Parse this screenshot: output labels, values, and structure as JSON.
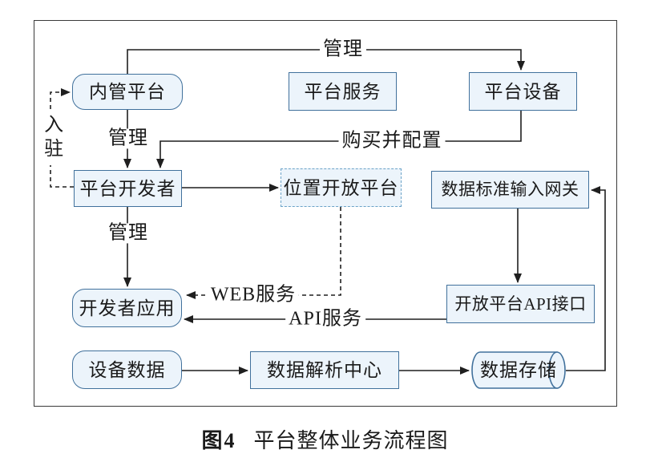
{
  "figure": {
    "caption": {
      "label": "图4",
      "title": "平台整体业务流程图"
    }
  },
  "nodes": {
    "internal_admin_platform": "内管平台",
    "platform_service": "平台服务",
    "platform_device": "平台设备",
    "platform_developer": "平台开发者",
    "location_open_platform": "位置开放平台",
    "data_standard_input_gateway": "数据标准输入网关",
    "open_platform_api": "开放平台API接口",
    "developer_app": "开发者应用",
    "device_data": "设备数据",
    "data_parsing_center": "数据解析中心",
    "data_storage": "数据存储"
  },
  "edge_labels": {
    "manage_top": "管理",
    "manage_mid": "管理",
    "manage_bottom": "管理",
    "buy_and_configure": "购买并配置",
    "onboard": "入驻",
    "web_service": "WEB服务",
    "api_service": "API服务"
  },
  "colors": {
    "node_fill": "#ecf4fb",
    "node_border": "#41719c",
    "dashed_node_border": "#6ba3c8",
    "connector": "#1f1f1f",
    "frame_border": "#3a3a3a",
    "text": "#1a1a1a"
  }
}
